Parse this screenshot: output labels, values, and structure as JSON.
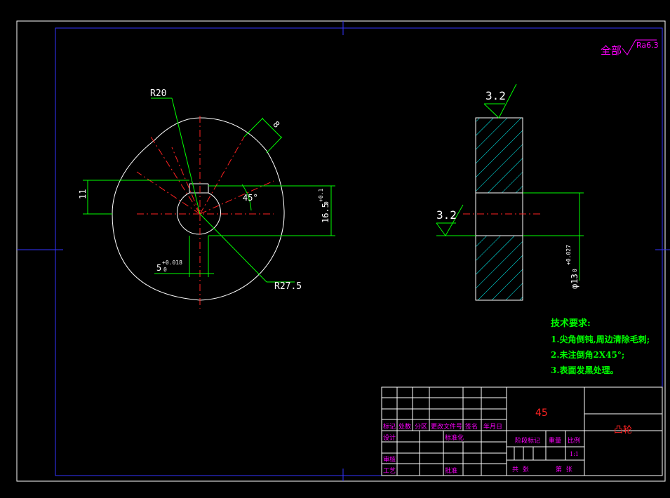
{
  "roughness": {
    "all_label": "全部",
    "all_value": "Ra6.3",
    "top_value": "3.2",
    "left_value": "3.2"
  },
  "front_view": {
    "r20": "R20",
    "r275": "R27.5",
    "dim_8": "8",
    "dim_11": "11",
    "angle_45": "45°",
    "dim_165": "16.5",
    "dim_165_tol_upper": "+0.1",
    "dim_165_tol_lower": "0",
    "dim_5": "5",
    "dim_5_tol_upper": "+0.018",
    "dim_5_tol_lower": "0"
  },
  "side_view": {
    "dim_13": "φ13",
    "dim_13_tol_upper": "+0.027",
    "dim_13_tol_lower": "0"
  },
  "tech_requirements": {
    "title": "技术要求:",
    "items": [
      "1.尖角倒钝,周边清除毛刺;",
      "2.未注倒角2X45°;",
      "3.表面发黑处理。"
    ]
  },
  "title_block": {
    "material": "45",
    "part_name": "凸轮",
    "header": [
      "标记",
      "处数",
      "分区",
      "更改文件号",
      "签名",
      "年月日"
    ],
    "row_design": "设计",
    "row_standard": "标准化",
    "row_review": "审核",
    "row_process": "工艺",
    "row_approve": "批准",
    "stage_mark": "阶段标记",
    "weight": "重量",
    "scale": "比例",
    "scale_value": "1:1",
    "sheets_total": "共  张",
    "sheet_no": "第  张"
  }
}
